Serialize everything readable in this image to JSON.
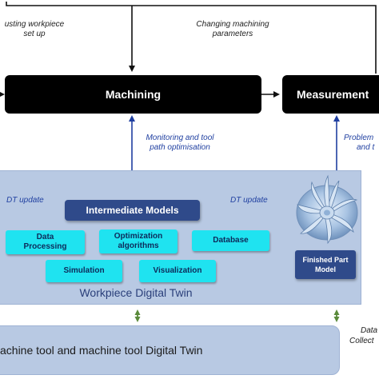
{
  "feedback_top": {
    "left_label_line1": "usting workpiece",
    "left_label_line2": "set up",
    "right_label_line1": "Changing machining",
    "right_label_line2": "parameters"
  },
  "process": {
    "machining": "Machining",
    "measurement": "Measurement"
  },
  "monitoring": {
    "line1": "Monitoring and tool",
    "line2": "path optimisation"
  },
  "problem": {
    "line1": "Problem",
    "line2": "and t"
  },
  "workpiece_twin": {
    "dt_update_left": "DT update",
    "dt_update_right": "DT update",
    "intermediate_models": "Intermediate Models",
    "modules": {
      "data_processing_line1": "Data",
      "data_processing_line2": "Processing",
      "optimization_line1": "Optimization",
      "optimization_line2": "algorithms",
      "database": "Database",
      "simulation": "Simulation",
      "visualization": "Visualization"
    },
    "finished_part_line1": "Finished Part",
    "finished_part_line2": "Model",
    "title": "Workpiece Digital Twin"
  },
  "machine_tool": {
    "title": "achine tool  and machine tool Digital Twin",
    "data_collect_line1": "Data",
    "data_collect_line2": "Collect"
  },
  "colors": {
    "panel": "#b8c9e3",
    "navy": "#2f4a8a",
    "cyan": "#1fe3f0",
    "arrow_blue": "#1f3fa0",
    "arrow_green": "#5a8a3a"
  }
}
